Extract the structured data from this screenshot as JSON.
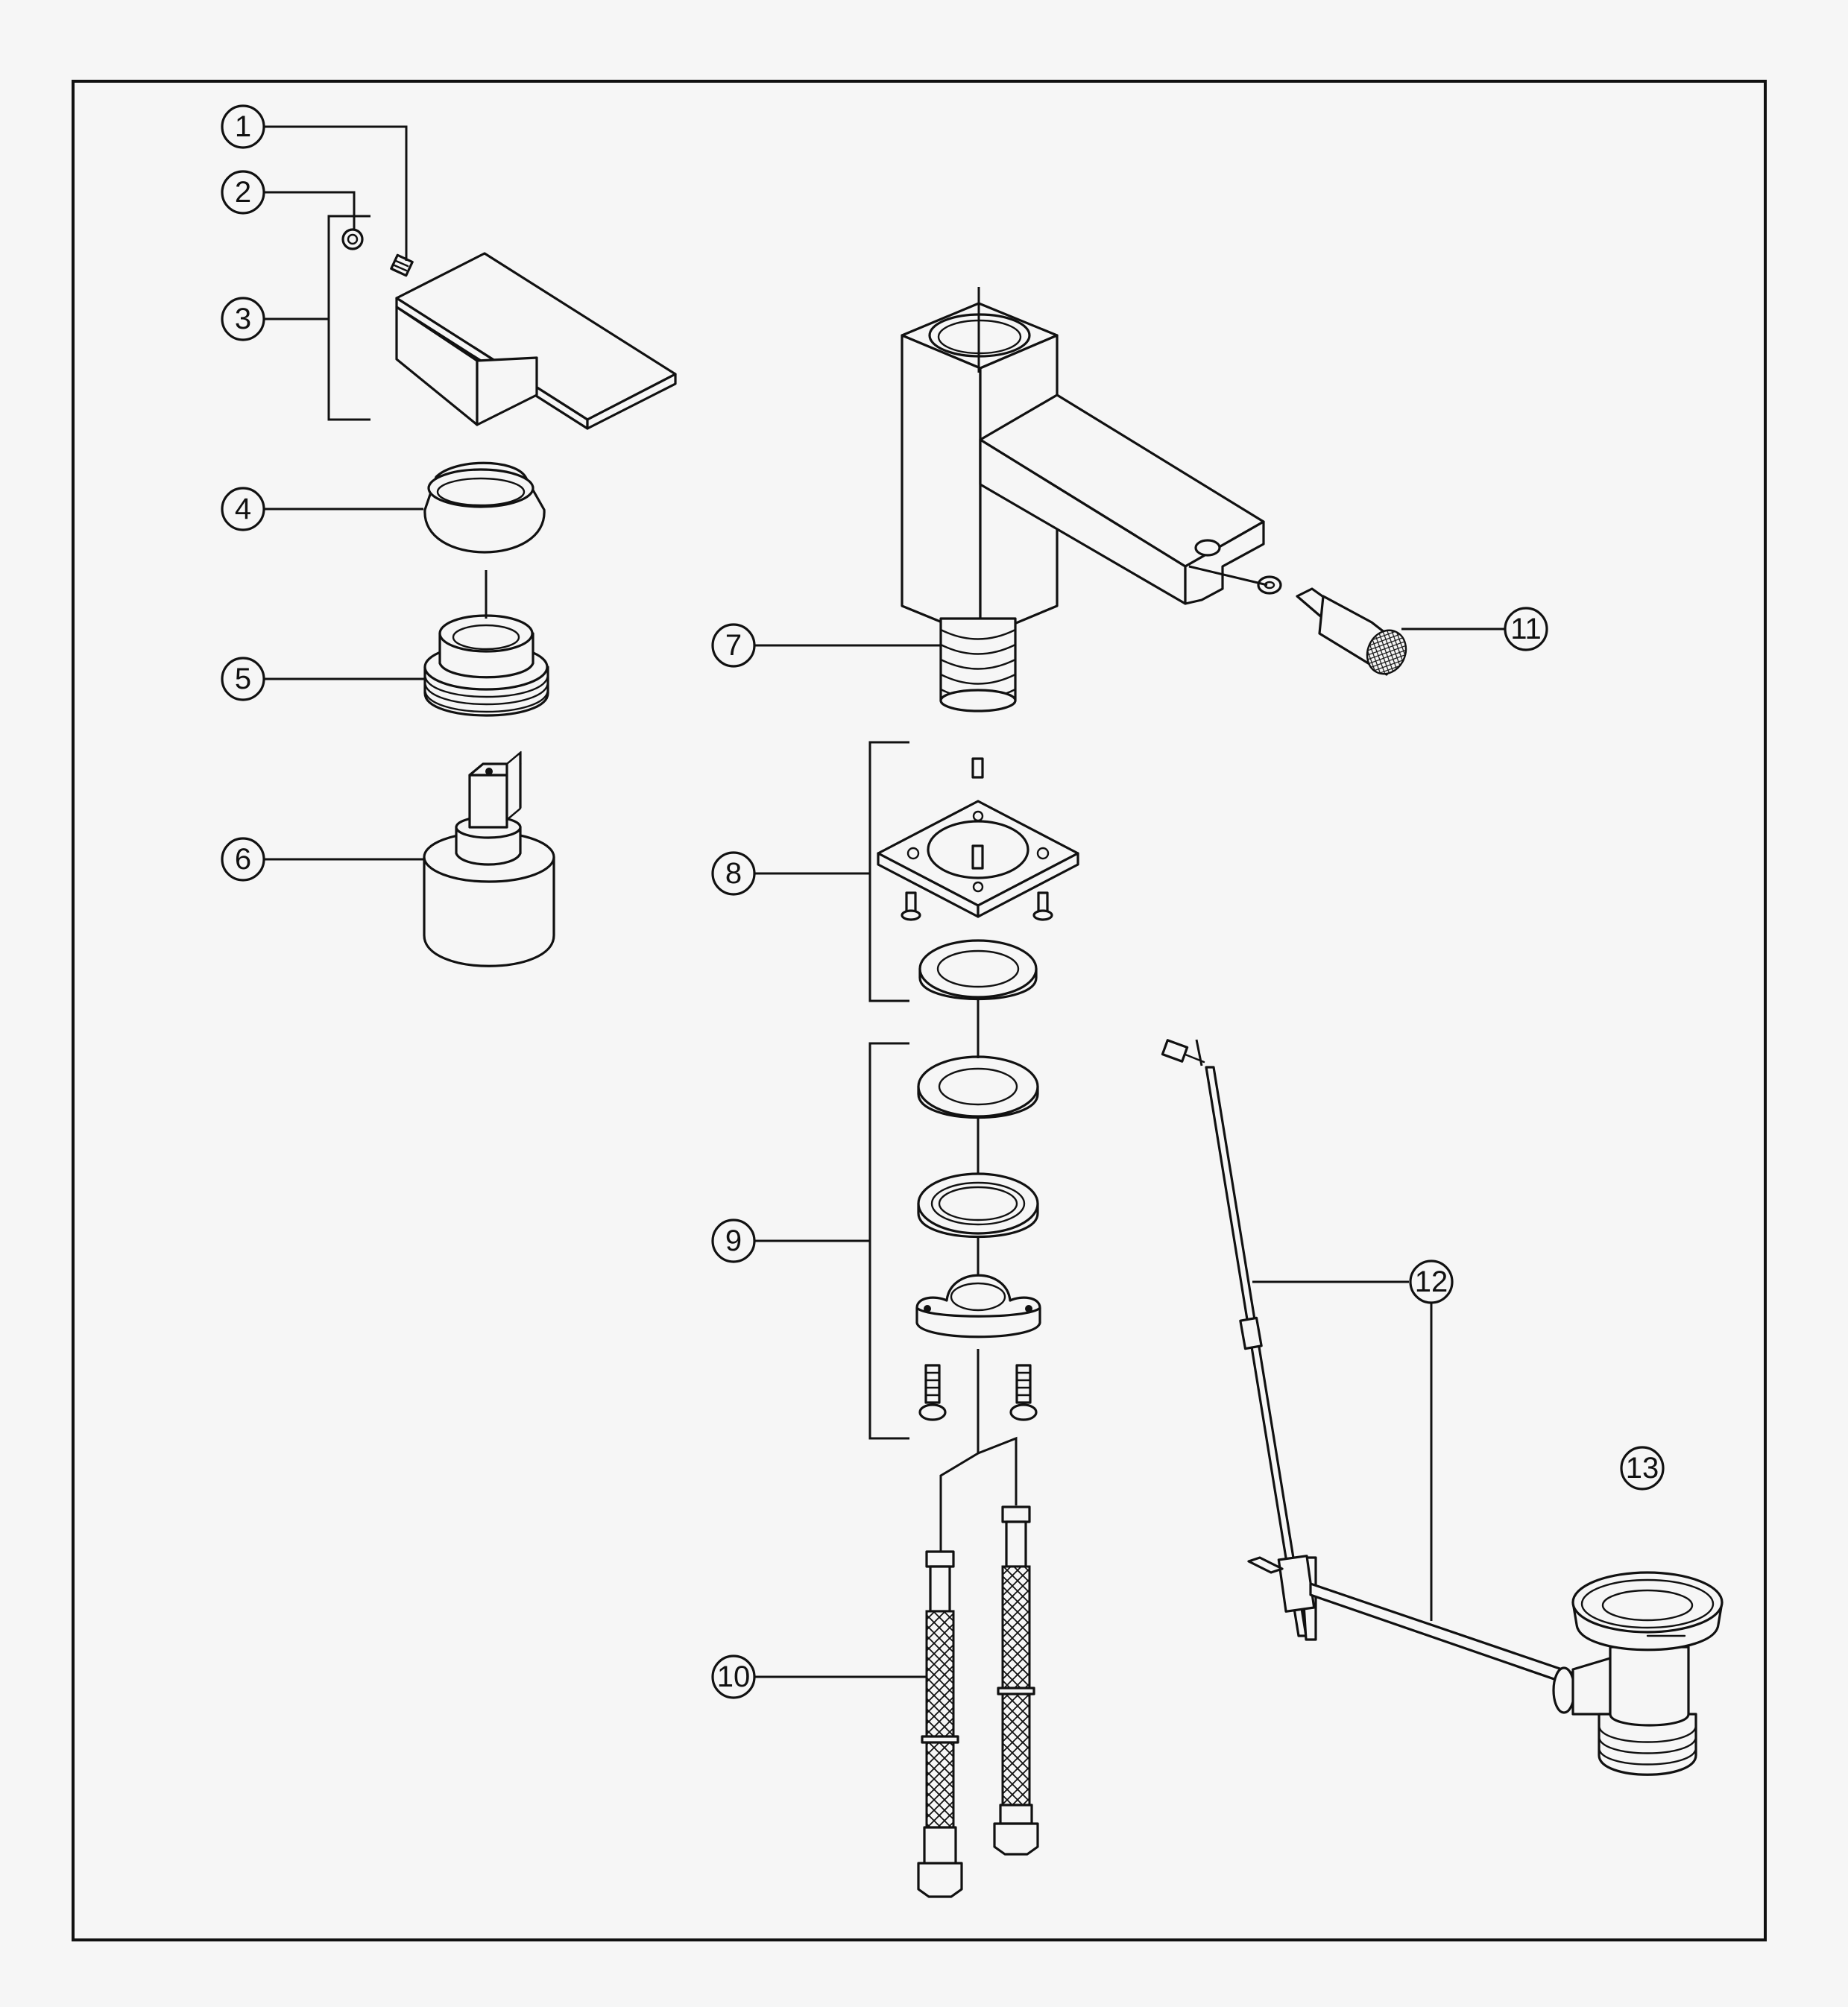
{
  "callouts": [
    {
      "id": "1",
      "label": "1"
    },
    {
      "id": "2",
      "label": "2"
    },
    {
      "id": "3",
      "label": "3"
    },
    {
      "id": "4",
      "label": "4"
    },
    {
      "id": "5",
      "label": "5"
    },
    {
      "id": "6",
      "label": "6"
    },
    {
      "id": "7",
      "label": "7"
    },
    {
      "id": "8",
      "label": "8"
    },
    {
      "id": "9",
      "label": "9"
    },
    {
      "id": "10",
      "label": "10"
    },
    {
      "id": "11",
      "label": "11"
    },
    {
      "id": "12",
      "label": "12"
    },
    {
      "id": "13",
      "label": "13"
    }
  ],
  "colors": {
    "line": "#111111",
    "background": "#f6f6f6"
  }
}
